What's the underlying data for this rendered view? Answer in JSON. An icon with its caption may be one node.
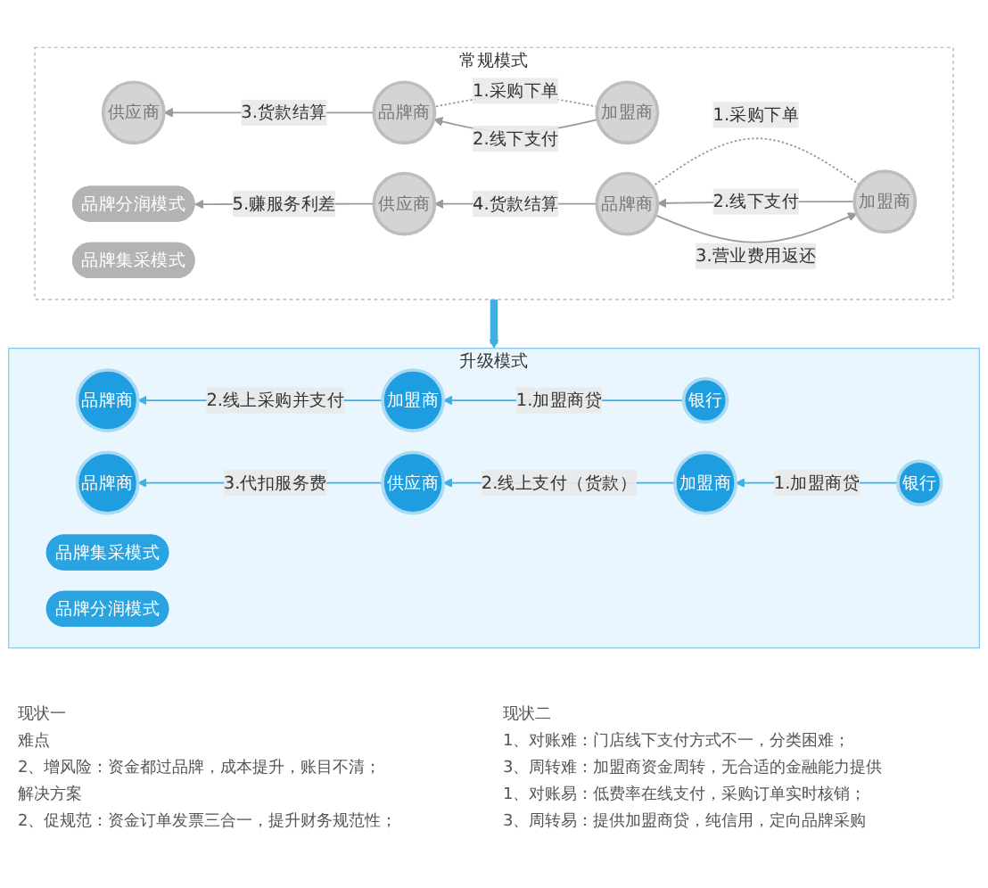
{
  "diagram": {
    "nodes": [
      {
        "text": [
          "常规模式"
        ]
      },
      {
        "text": [
          "供应商"
        ],
        "in": 0
      },
      {
        "text": [
          "品牌商"
        ],
        "in": 0
      },
      {
        "text": [
          "加盟商"
        ],
        "in": 0
      },
      {
        "text": [
          "品牌集采模式"
        ],
        "in": 0
      },
      {
        "text": [
          "供应商"
        ],
        "in": 0
      },
      {
        "text": [
          "品牌商"
        ],
        "in": 0
      },
      {
        "text": [
          "加盟商"
        ],
        "in": 0
      },
      {
        "text": [
          "品牌分润模式"
        ],
        "in": 0
      },
      {
        "text": [
          "升级模式"
        ]
      },
      {
        "text": [
          "品牌商"
        ],
        "in": 9
      },
      {
        "text": [
          "加盟商"
        ],
        "in": 9
      },
      {
        "text": [
          "银行"
        ],
        "in": 9
      },
      {
        "text": [
          "品牌集采模式"
        ],
        "in": 9
      },
      {
        "text": [
          "供应商"
        ],
        "in": 9
      },
      {
        "text": [
          "品牌商"
        ],
        "in": 9
      },
      {
        "text": [
          "加盟商"
        ],
        "in": 9
      },
      {
        "text": [
          "银行"
        ],
        "in": 9
      },
      {
        "text": [
          "品牌分润模式"
        ],
        "in": 9
      }
    ],
    "edges": [
      {
        "from": 3,
        "to": 2,
        "arrow": "none",
        "label": "1.采购下单",
        "style": "dashed"
      },
      {
        "from": 3,
        "to": 2,
        "arrow": "to",
        "label": "2.线下支付"
      },
      {
        "from": 2,
        "to": 1,
        "arrow": "to",
        "label": "3.货款结算"
      },
      {
        "from": 7,
        "to": 6,
        "arrow": "none",
        "label": "1.采购下单",
        "style": "dashed"
      },
      {
        "from": 7,
        "to": 6,
        "arrow": "to",
        "label": "2.线下支付"
      },
      {
        "from": 6,
        "to": 7,
        "arrow": "to",
        "label": "3.营业费用返还"
      },
      {
        "from": 6,
        "to": 5,
        "arrow": "to",
        "label": "4.货款结算"
      },
      {
        "from": 5,
        "to": 8,
        "arrow": "to",
        "label": "5.赚服务利差"
      },
      {
        "from": 0,
        "to": 9,
        "arrow": "to",
        "style": "thick",
        "color": "#3fb0e6"
      },
      {
        "from": 12,
        "to": 11,
        "arrow": "to",
        "label": "1.加盟商贷",
        "color": "#3fb0e6"
      },
      {
        "from": 11,
        "to": 10,
        "arrow": "to",
        "label": "2.线上采购并支付",
        "color": "#3fb0e6"
      },
      {
        "from": 17,
        "to": 16,
        "arrow": "to",
        "label": "1.加盟商贷",
        "color": "#3fb0e6"
      },
      {
        "from": 16,
        "to": 14,
        "arrow": "to",
        "label": "2.线上支付（货款）",
        "color": "#3fb0e6"
      },
      {
        "from": 14,
        "to": 15,
        "arrow": "to",
        "label": "3.代扣服务费",
        "color": "#3fb0e6"
      }
    ],
    "labels": [
      "现状一",
      "现状二",
      "难点",
      "1、对账难：门店线下支付方式不一，分类困难；",
      "2、增风险：资金都过品牌，成本提升，账目不清；",
      "3、周转难：加盟商资金周转，无合适的金融能力提供",
      "解决方案",
      "1、对账易：低费率在线支付，采购订单实时核销；",
      "2、促规范：资金订单发票三合一，提升财务规范性；",
      "3、周转易：提供加盟商贷，纯信用，定向品牌采购"
    ]
  }
}
